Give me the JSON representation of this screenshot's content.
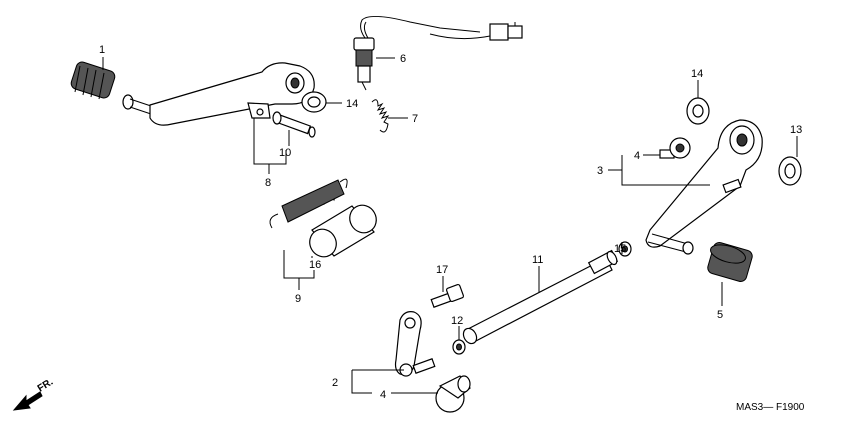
{
  "diagram": {
    "labels": [
      "1",
      "6",
      "14",
      "7",
      "10",
      "8",
      "16",
      "9",
      "17",
      "12",
      "11",
      "15",
      "2",
      "4",
      "14",
      "4",
      "3",
      "13",
      "5"
    ],
    "code": "MAS3— F1900",
    "front_arrow": "FR."
  }
}
